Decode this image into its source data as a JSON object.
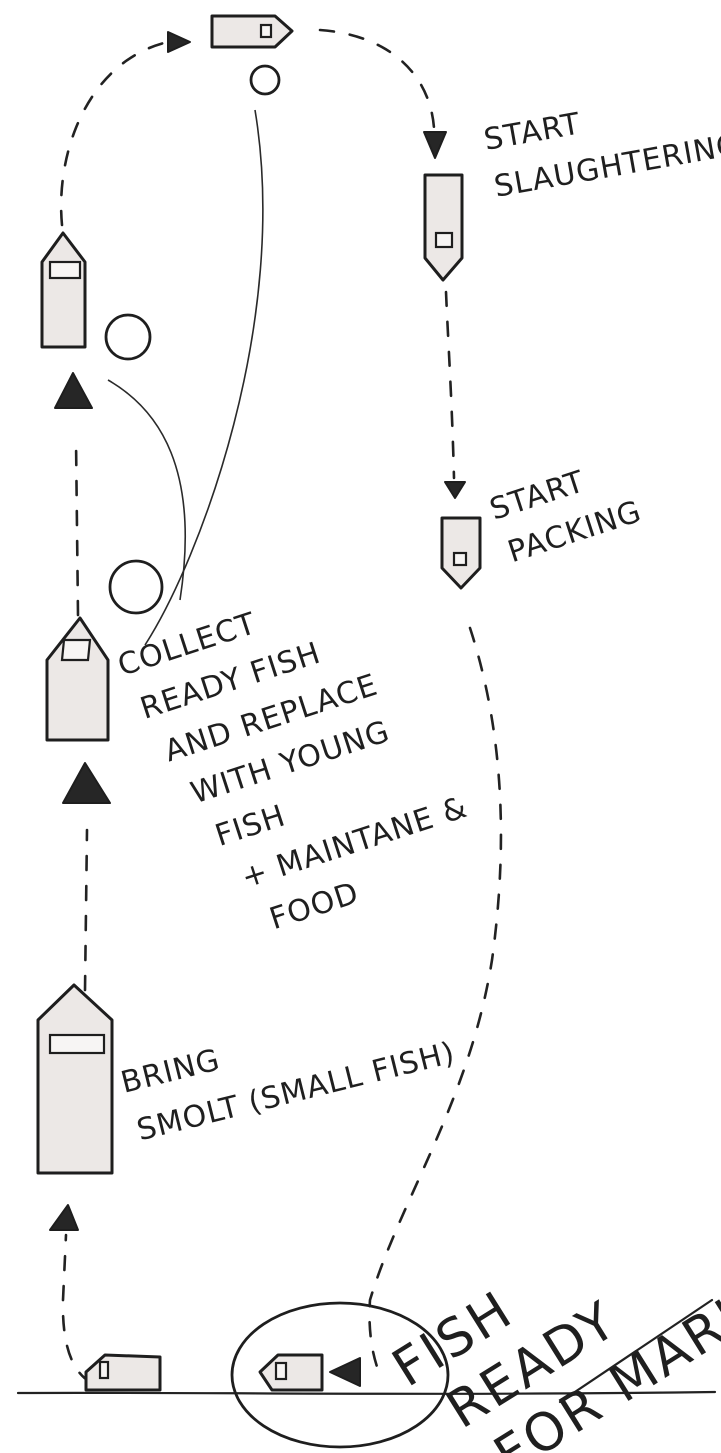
{
  "labels": {
    "start_slaughtering": [
      "START",
      "SLAUGHTERING"
    ],
    "start_packing": [
      "START",
      "PACKING"
    ],
    "collect": [
      "COLLECT",
      "READY FISH",
      "AND REPLACE",
      "WITH YOUNG",
      "FISH",
      "+ MAINTANE &",
      "FOOD"
    ],
    "bring_smolt": [
      "BRING",
      "SMOLT (SMALL FISH)"
    ],
    "fish_ready": [
      "FISH",
      "READY",
      "FOR MARKED"
    ]
  },
  "icons": {
    "boat": "boat-icon",
    "fish_cage": "fish-cage-icon",
    "direction_arrow": "arrowhead-icon"
  },
  "colors": {
    "ink": "#1e1e1e",
    "boat_fill": "#ece8e6",
    "paper": "#ffffff"
  }
}
